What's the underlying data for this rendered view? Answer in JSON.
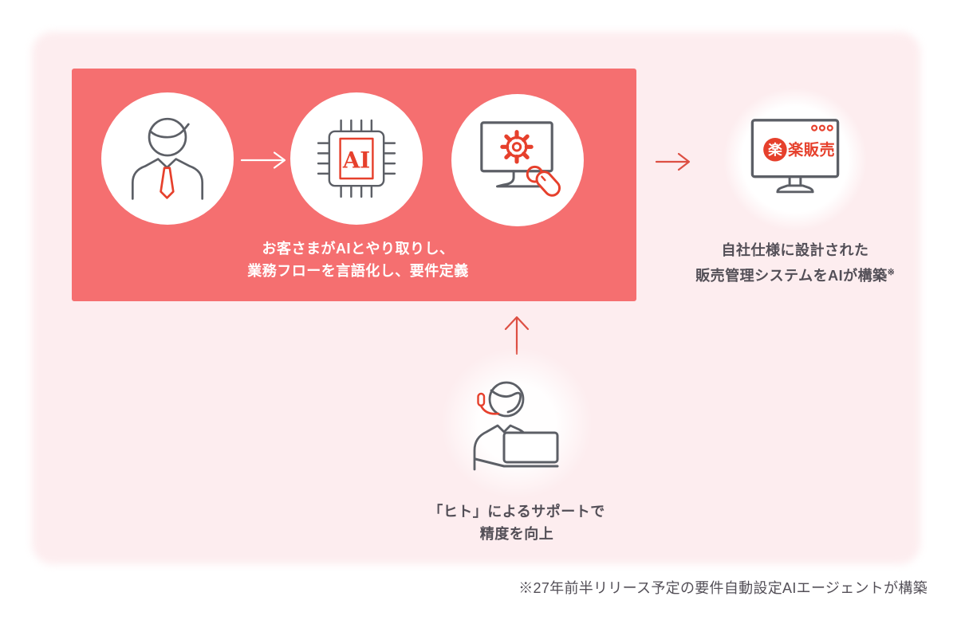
{
  "colors": {
    "page-bg": "#ffffff",
    "panel-pink": "#fdedef",
    "salmon": "#f56f70",
    "accent": "#e6402c",
    "arrow-red": "#dd4f43",
    "ink": "#5c5f66",
    "text": "#534f57"
  },
  "flow_box": {
    "chip_label": "AI",
    "caption_line1": "お客さまがAIとやり取りし、",
    "caption_line2": "業務フローを言語化し、要件定義",
    "icons": [
      "customer-person-icon",
      "ai-chip-icon",
      "monitor-gear-mouse-icon"
    ]
  },
  "result": {
    "logo_circle_char": "楽",
    "logo_text": "楽販売",
    "caption_line1": "自社仕様に設計された",
    "caption_line2": "販売管理システムをAIが構築",
    "caption_note_mark": "※",
    "icons": [
      "rakuraku-hanbai-monitor-icon"
    ]
  },
  "support": {
    "caption_line1": "「ヒト」によるサポートで",
    "caption_line2": "精度を向上",
    "icons": [
      "support-operator-laptop-icon"
    ]
  },
  "footnote": "※27年前半リリース予定の要件自動設定AIエージェントが構築"
}
